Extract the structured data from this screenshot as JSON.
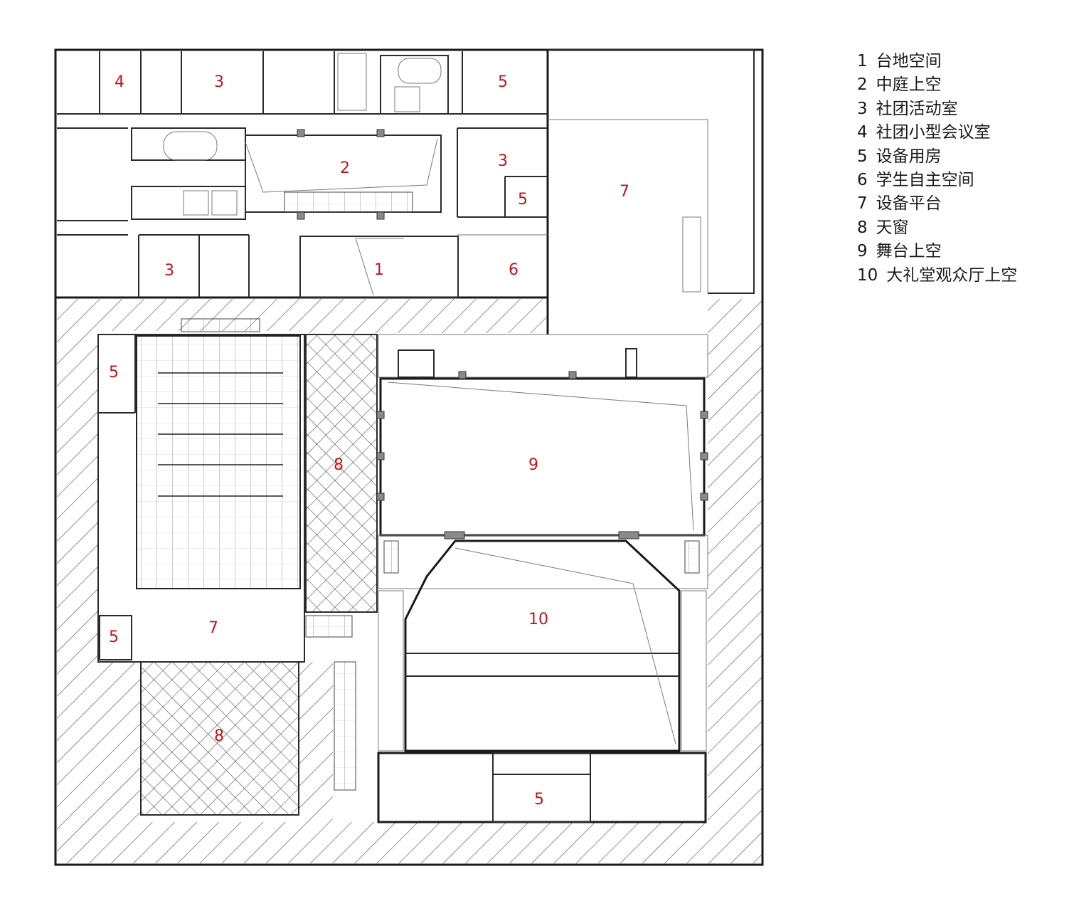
{
  "legend": [
    {
      "number": "1",
      "label": "台地空间"
    },
    {
      "number": "2",
      "label": "中庭上空"
    },
    {
      "number": "3",
      "label": "社团活动室"
    },
    {
      "number": "4",
      "label": "社团小型会议室"
    },
    {
      "number": "5",
      "label": "设备用房"
    },
    {
      "number": "6",
      "label": "学生自主空间"
    },
    {
      "number": "7",
      "label": "设备平台"
    },
    {
      "number": "8",
      "label": "天窗"
    },
    {
      "number": "9",
      "label": "舞台上空"
    },
    {
      "number": "10",
      "label": "大礼堂观众厅上空"
    }
  ],
  "room_labels": {
    "r4_top": "4",
    "r3_top": "3",
    "r5_top_right": "5",
    "r2_atrium": "2",
    "r3_right": "3",
    "r5_right": "5",
    "r7_top": "7",
    "r3_bottom": "3",
    "r1_platform": "1",
    "r6_space": "6",
    "r5_left": "5",
    "r8_skylight_mid": "8",
    "r9_stage": "9",
    "r5_small": "5",
    "r7_center": "7",
    "r10_hall": "10",
    "r8_skylight_bottom": "8",
    "r5_bottom": "5"
  },
  "colors": {
    "room_number": "#c0161d",
    "line": "#2a2a2a",
    "hatch": "#555555",
    "background": "#ffffff"
  }
}
